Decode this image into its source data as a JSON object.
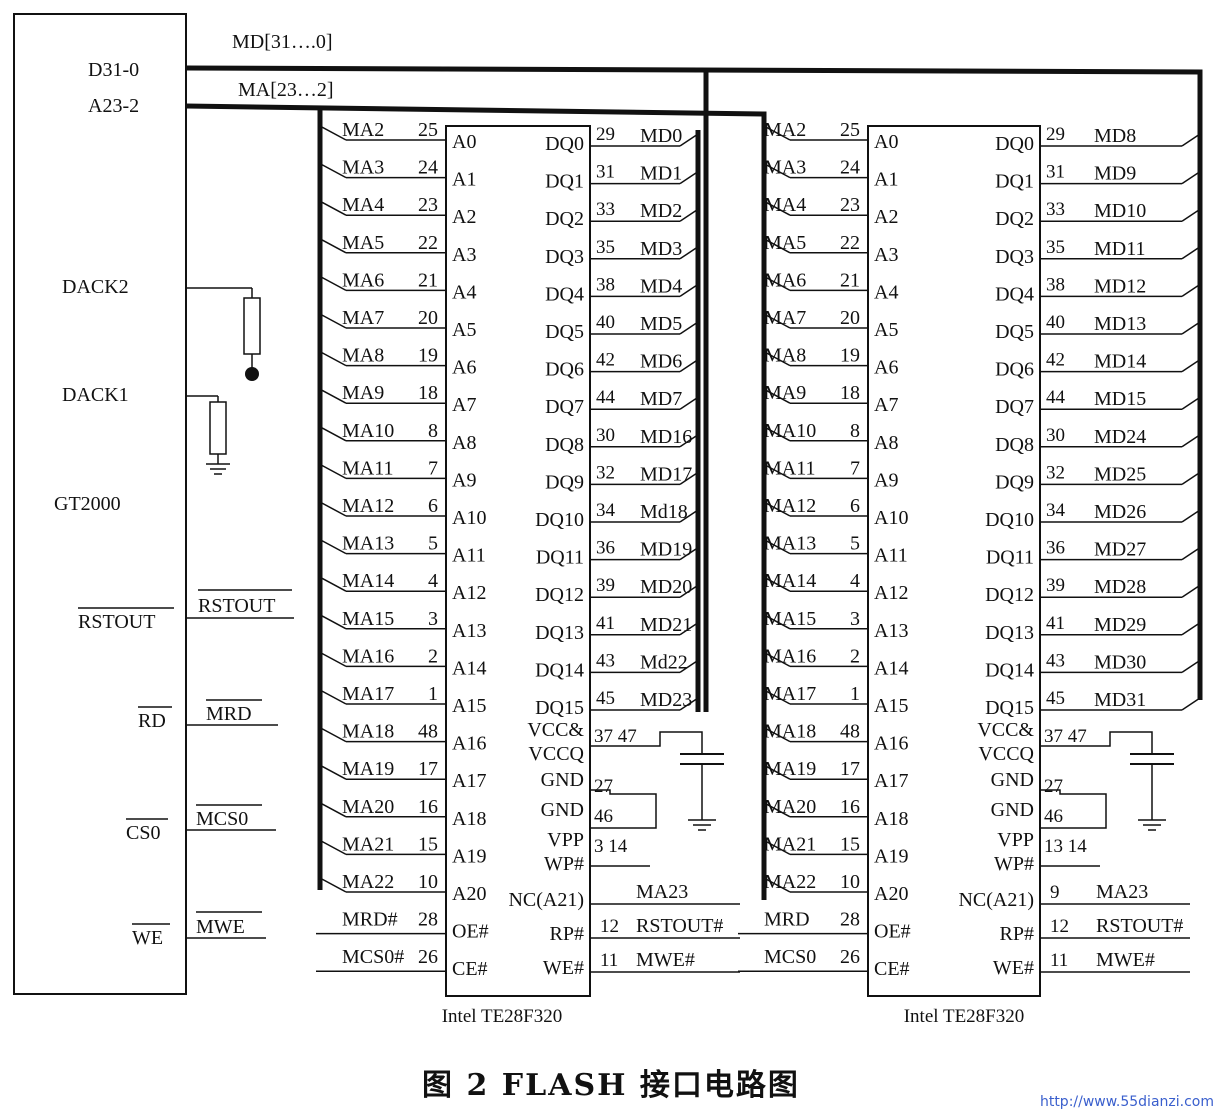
{
  "mcu": {
    "name": "GT2000",
    "data_port": "D31-0",
    "addr_port": "A23-2",
    "dack2": "DACK2",
    "dack1": "DACK1",
    "rstout": "RSTOUT",
    "rd": "RD",
    "cs0": "CS0",
    "we": "WE"
  },
  "buses": {
    "data_bus": "MD[31….0]",
    "addr_bus": "MA[23…2]"
  },
  "mcu_nets": {
    "rstout": "RSTOUT",
    "mrd": "MRD",
    "mcs0": "MCS0",
    "mwe": "MWE"
  },
  "chips": [
    {
      "part": "Intel TE28F320",
      "addr": [
        {
          "net": "MA2",
          "pin": "25",
          "name": "A0"
        },
        {
          "net": "MA3",
          "pin": "24",
          "name": "A1"
        },
        {
          "net": "MA4",
          "pin": "23",
          "name": "A2"
        },
        {
          "net": "MA5",
          "pin": "22",
          "name": "A3"
        },
        {
          "net": "MA6",
          "pin": "21",
          "name": "A4"
        },
        {
          "net": "MA7",
          "pin": "20",
          "name": "A5"
        },
        {
          "net": "MA8",
          "pin": "19",
          "name": "A6"
        },
        {
          "net": "MA9",
          "pin": "18",
          "name": "A7"
        },
        {
          "net": "MA10",
          "pin": "8",
          "name": "A8"
        },
        {
          "net": "MA11",
          "pin": "7",
          "name": "A9"
        },
        {
          "net": "MA12",
          "pin": "6",
          "name": "A10"
        },
        {
          "net": "MA13",
          "pin": "5",
          "name": "A11"
        },
        {
          "net": "MA14",
          "pin": "4",
          "name": "A12"
        },
        {
          "net": "MA15",
          "pin": "3",
          "name": "A13"
        },
        {
          "net": "MA16",
          "pin": "2",
          "name": "A14"
        },
        {
          "net": "MA17",
          "pin": "1",
          "name": "A15"
        },
        {
          "net": "MA18",
          "pin": "48",
          "name": "A16"
        },
        {
          "net": "MA19",
          "pin": "17",
          "name": "A17"
        },
        {
          "net": "MA20",
          "pin": "16",
          "name": "A18"
        },
        {
          "net": "MA21",
          "pin": "15",
          "name": "A19"
        },
        {
          "net": "MA22",
          "pin": "10",
          "name": "A20"
        },
        {
          "net": "MRD#",
          "pin": "28",
          "name": "OE#"
        },
        {
          "net": "MCS0#",
          "pin": "26",
          "name": "CE#"
        }
      ],
      "data": [
        {
          "name": "DQ0",
          "pin": "29",
          "net": "MD0"
        },
        {
          "name": "DQ1",
          "pin": "31",
          "net": "MD1"
        },
        {
          "name": "DQ2",
          "pin": "33",
          "net": "MD2"
        },
        {
          "name": "DQ3",
          "pin": "35",
          "net": "MD3"
        },
        {
          "name": "DQ4",
          "pin": "38",
          "net": "MD4"
        },
        {
          "name": "DQ5",
          "pin": "40",
          "net": "MD5"
        },
        {
          "name": "DQ6",
          "pin": "42",
          "net": "MD6"
        },
        {
          "name": "DQ7",
          "pin": "44",
          "net": "MD7"
        },
        {
          "name": "DQ8",
          "pin": "30",
          "net": "MD16"
        },
        {
          "name": "DQ9",
          "pin": "32",
          "net": "MD17"
        },
        {
          "name": "DQ10",
          "pin": "34",
          "net": "Md18"
        },
        {
          "name": "DQ11",
          "pin": "36",
          "net": "MD19"
        },
        {
          "name": "DQ12",
          "pin": "39",
          "net": "MD20"
        },
        {
          "name": "DQ13",
          "pin": "41",
          "net": "MD21"
        },
        {
          "name": "DQ14",
          "pin": "43",
          "net": "Md22"
        },
        {
          "name": "DQ15",
          "pin": "45",
          "net": "MD23"
        }
      ],
      "power": [
        {
          "name": "VCC&",
          "pin": "37  47"
        },
        {
          "name": "VCCQ",
          "pin": ""
        },
        {
          "name": "GND",
          "pin": "27"
        },
        {
          "name": "GND",
          "pin": "46"
        },
        {
          "name": "VPP",
          "pin": "3  14"
        },
        {
          "name": "WP#",
          "pin": ""
        }
      ],
      "ctrl": [
        {
          "name": "NC(A21)",
          "pin": "",
          "net": "MA23"
        },
        {
          "name": "RP#",
          "pin": "12",
          "net": "RSTOUT#"
        },
        {
          "name": "WE#",
          "pin": "11",
          "net": "MWE#"
        }
      ]
    },
    {
      "part": "Intel TE28F320",
      "addr": [
        {
          "net": "MA2",
          "pin": "25",
          "name": "A0"
        },
        {
          "net": "MA3",
          "pin": "24",
          "name": "A1"
        },
        {
          "net": "MA4",
          "pin": "23",
          "name": "A2"
        },
        {
          "net": "MA5",
          "pin": "22",
          "name": "A3"
        },
        {
          "net": "MA6",
          "pin": "21",
          "name": "A4"
        },
        {
          "net": "MA7",
          "pin": "20",
          "name": "A5"
        },
        {
          "net": "MA8",
          "pin": "19",
          "name": "A6"
        },
        {
          "net": "MA9",
          "pin": "18",
          "name": "A7"
        },
        {
          "net": "MA10",
          "pin": "8",
          "name": "A8"
        },
        {
          "net": "MA11",
          "pin": "7",
          "name": "A9"
        },
        {
          "net": "MA12",
          "pin": "6",
          "name": "A10"
        },
        {
          "net": "MA13",
          "pin": "5",
          "name": "A11"
        },
        {
          "net": "MA14",
          "pin": "4",
          "name": "A12"
        },
        {
          "net": "MA15",
          "pin": "3",
          "name": "A13"
        },
        {
          "net": "MA16",
          "pin": "2",
          "name": "A14"
        },
        {
          "net": "MA17",
          "pin": "1",
          "name": "A15"
        },
        {
          "net": "MA18",
          "pin": "48",
          "name": "A16"
        },
        {
          "net": "MA19",
          "pin": "17",
          "name": "A17"
        },
        {
          "net": "MA20",
          "pin": "16",
          "name": "A18"
        },
        {
          "net": "MA21",
          "pin": "15",
          "name": "A19"
        },
        {
          "net": "MA22",
          "pin": "10",
          "name": "A20"
        },
        {
          "net": "MRD",
          "pin": "28",
          "name": "OE#"
        },
        {
          "net": "MCS0",
          "pin": "26",
          "name": "CE#"
        }
      ],
      "data": [
        {
          "name": "DQ0",
          "pin": "29",
          "net": "MD8"
        },
        {
          "name": "DQ1",
          "pin": "31",
          "net": "MD9"
        },
        {
          "name": "DQ2",
          "pin": "33",
          "net": "MD10"
        },
        {
          "name": "DQ3",
          "pin": "35",
          "net": "MD11"
        },
        {
          "name": "DQ4",
          "pin": "38",
          "net": "MD12"
        },
        {
          "name": "DQ5",
          "pin": "40",
          "net": "MD13"
        },
        {
          "name": "DQ6",
          "pin": "42",
          "net": "MD14"
        },
        {
          "name": "DQ7",
          "pin": "44",
          "net": "MD15"
        },
        {
          "name": "DQ8",
          "pin": "30",
          "net": "MD24"
        },
        {
          "name": "DQ9",
          "pin": "32",
          "net": "MD25"
        },
        {
          "name": "DQ10",
          "pin": "34",
          "net": "MD26"
        },
        {
          "name": "DQ11",
          "pin": "36",
          "net": "MD27"
        },
        {
          "name": "DQ12",
          "pin": "39",
          "net": "MD28"
        },
        {
          "name": "DQ13",
          "pin": "41",
          "net": "MD29"
        },
        {
          "name": "DQ14",
          "pin": "43",
          "net": "MD30"
        },
        {
          "name": "DQ15",
          "pin": "45",
          "net": "MD31"
        }
      ],
      "power": [
        {
          "name": "VCC&",
          "pin": "37  47"
        },
        {
          "name": "VCCQ",
          "pin": ""
        },
        {
          "name": "GND",
          "pin": "27"
        },
        {
          "name": "GND",
          "pin": "46"
        },
        {
          "name": "VPP",
          "pin": "13  14"
        },
        {
          "name": "WP#",
          "pin": ""
        }
      ],
      "ctrl": [
        {
          "name": "NC(A21)",
          "pin": "9",
          "net": "MA23"
        },
        {
          "name": "RP#",
          "pin": "12",
          "net": "RSTOUT#"
        },
        {
          "name": "WE#",
          "pin": "11",
          "net": "MWE#"
        }
      ]
    }
  ],
  "caption": "图 2   FLASH 接口电路图",
  "watermark": "http://www.55dianzi.com"
}
